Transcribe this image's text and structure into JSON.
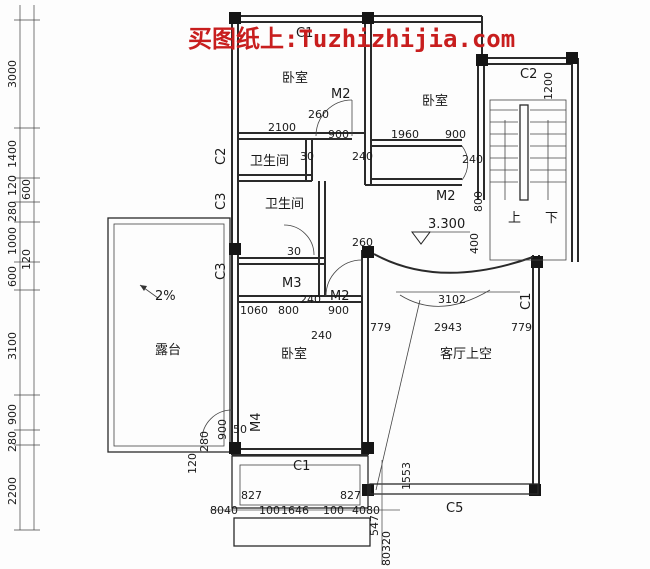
{
  "watermark": "买图纸上:Tuzhizhijia.com",
  "rooms": {
    "bedroom_top_left": "卧室",
    "bedroom_top_right": "卧室",
    "bedroom_bottom": "卧室",
    "bathroom_1": "卫生间",
    "bathroom_2": "卫生间",
    "terrace": "露台",
    "living_void": "客厅上空"
  },
  "elevation": "3.300",
  "slope": "2%",
  "stair": {
    "up": "上",
    "down": "下"
  },
  "doors": {
    "m2_a": "M2",
    "m2_b": "M2",
    "m2_c": "M2",
    "m3": "M3",
    "m4": "M4"
  },
  "windows": {
    "c1_top": "C1",
    "c1_right": "C1",
    "c1_bottom": "C1",
    "c2_top": "C2",
    "c2_left": "C2",
    "c3_a": "C3",
    "c3_b": "C3",
    "c5": "C5"
  },
  "dims_left": [
    "3000",
    "1400",
    "120",
    "600",
    "280",
    "1000",
    "120",
    "600",
    "3100",
    "900",
    "280",
    "2200"
  ],
  "dims": {
    "d260a": "260",
    "d2100": "2100",
    "d900a": "900",
    "d1960": "1960",
    "d900b": "900",
    "d240a": "240",
    "d240b": "240",
    "d1200": "1200",
    "d800": "800",
    "d30a": "30",
    "d30b": "30",
    "d260b": "260",
    "d400": "400",
    "d1060": "1060",
    "d800b": "800",
    "d240c": "240",
    "d900c": "900",
    "d240d": "240",
    "d779a": "779",
    "d2943": "2943",
    "d779b": "779",
    "d3102": "3102",
    "d900d": "900",
    "d280": "280",
    "d50": "50",
    "d120": "120",
    "d8040": "8040",
    "d100a": "100",
    "d1646": "1646",
    "d100b": "100",
    "d4080": "4080",
    "d827a": "827",
    "d827b": "827",
    "d1553": "1553",
    "d547": "547",
    "d80320": "80320"
  }
}
